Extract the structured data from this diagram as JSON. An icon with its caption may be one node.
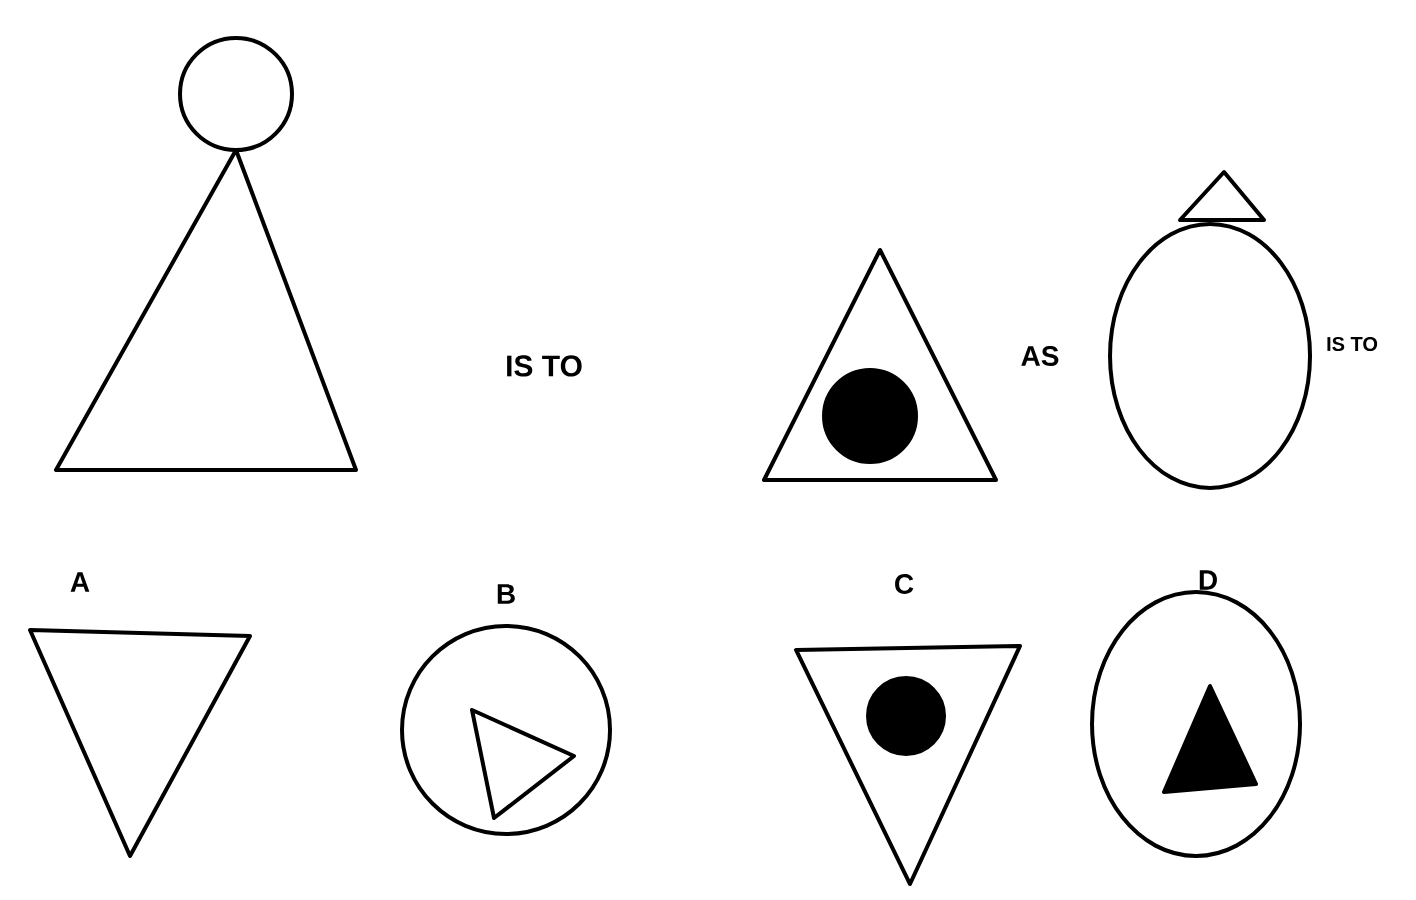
{
  "diagram": {
    "labels": [
      "IS TO",
      "AS",
      "IS TO",
      "A",
      "B",
      "C",
      "D"
    ]
  }
}
